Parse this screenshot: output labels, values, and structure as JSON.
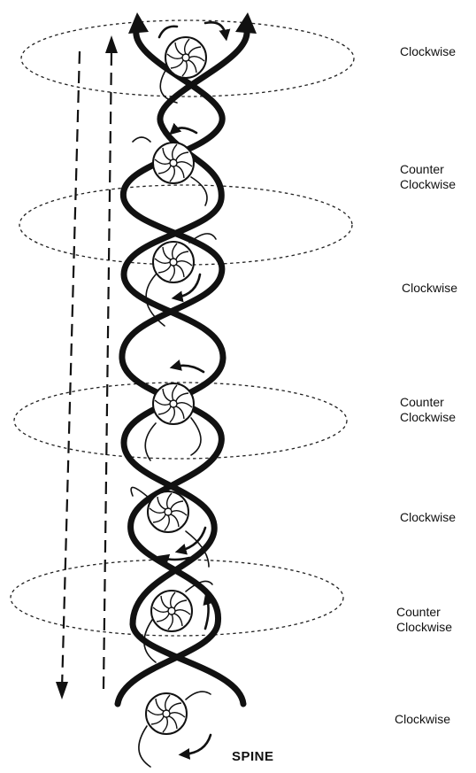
{
  "labels": [
    {
      "lines": [
        "Clockwise"
      ]
    },
    {
      "lines": [
        "Counter",
        "Clockwise"
      ]
    },
    {
      "lines": [
        "Clockwise"
      ]
    },
    {
      "lines": [
        "Counter",
        "Clockwise"
      ]
    },
    {
      "lines": [
        "Clockwise"
      ]
    },
    {
      "lines": [
        "Counter",
        "Clockwise"
      ]
    },
    {
      "lines": [
        "Clockwise"
      ]
    }
  ],
  "spine_label": "SPINE",
  "icons": [
    "vortex-spiral-icon",
    "rotation-arrow-icon",
    "flow-arrow-icon"
  ]
}
